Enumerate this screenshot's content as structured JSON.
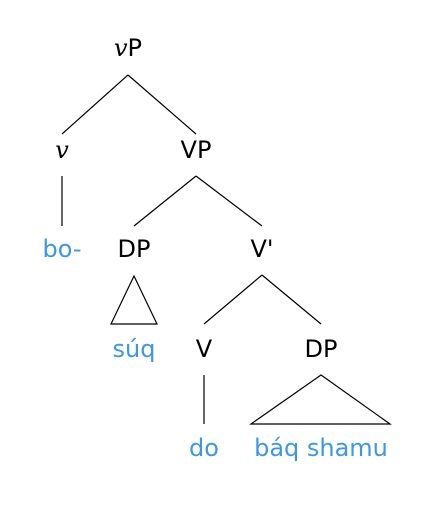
{
  "tree": {
    "root": {
      "label_v": "v",
      "label_rest": "P"
    },
    "v_head": {
      "label": "v"
    },
    "vp": {
      "label": "VP"
    },
    "dp_subject": {
      "label": "DP"
    },
    "v_bar": {
      "label": "V'"
    },
    "v": {
      "label": "V"
    },
    "dp_object": {
      "label": "DP"
    },
    "leaves": {
      "bo": "bo-",
      "suq": "súq",
      "do": "do",
      "baq_shamu": "báq shamu"
    }
  },
  "colors": {
    "leaf": "#3d97e8",
    "node": "#000000",
    "edge": "#000000"
  }
}
